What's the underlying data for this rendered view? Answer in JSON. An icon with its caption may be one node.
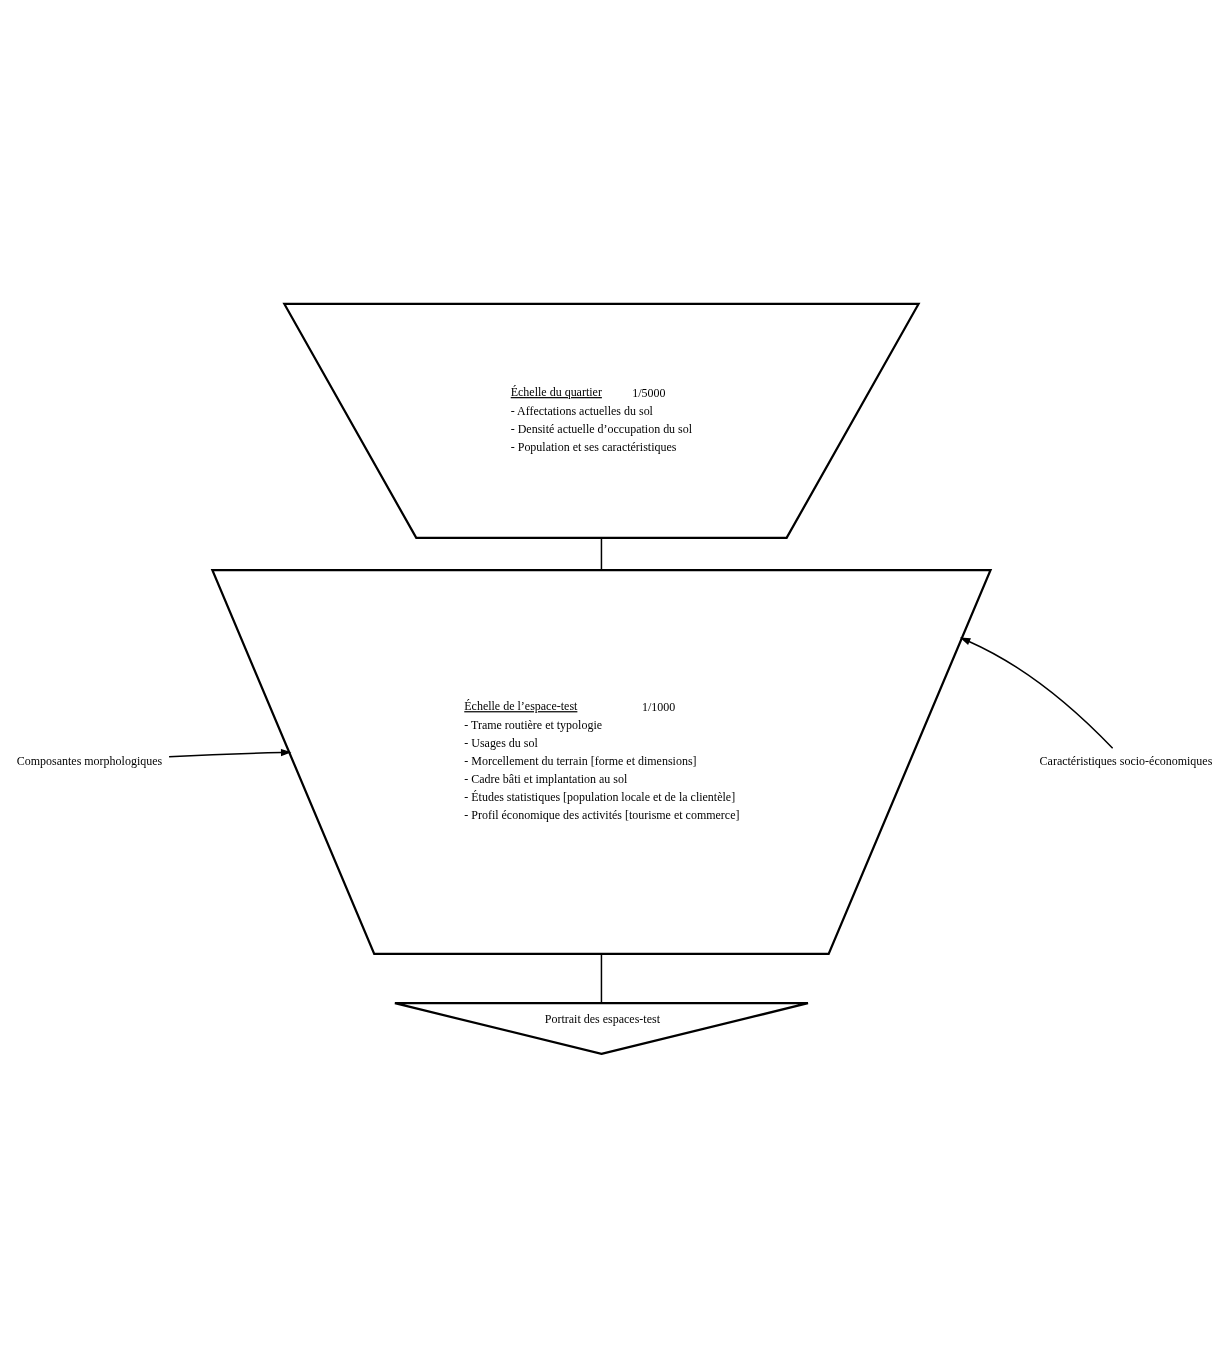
{
  "diagram": {
    "nodes": [
      {
        "text": [
          "Échelle du quartier",
          "1/5000",
          "- Affectations actuelles du sol",
          "- Densité actuelle d’occupation du sol",
          "- Population et ses caractéristiques"
        ]
      },
      {
        "text": [
          "Échelle de l’espace-test",
          "1/1000",
          "- Trame routière et typologie",
          "- Usages du sol",
          "- Morcellement du terrain [forme et dimensions]",
          "- Cadre bâti et implantation au sol",
          "- Études statistiques [population locale et de la clientèle]",
          "- Profil économique des activités [tourisme et commerce]"
        ]
      },
      {
        "text": [
          "Portrait des espaces-test"
        ]
      },
      {
        "text": [
          "Composantes morphologiques"
        ]
      },
      {
        "text": [
          "Caractéristiques socio-économiques"
        ]
      }
    ],
    "edges": [
      {
        "from": 0,
        "to": 1,
        "arrow": "none"
      },
      {
        "from": 1,
        "to": 2,
        "arrow": "none"
      },
      {
        "from": 3,
        "to": 1,
        "arrow": "to"
      },
      {
        "from": 4,
        "to": 1,
        "arrow": "to"
      }
    ]
  }
}
